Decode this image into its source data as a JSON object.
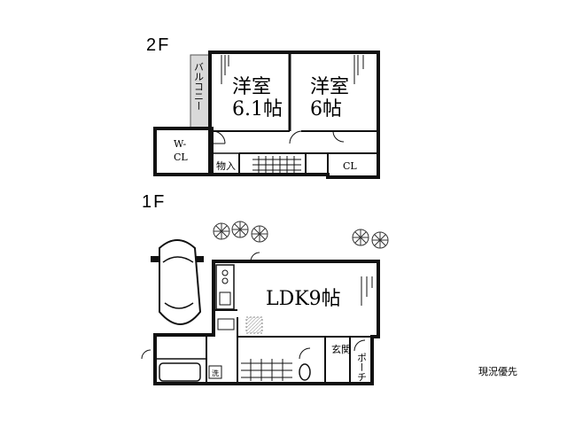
{
  "floors": {
    "second": {
      "label": "2F",
      "rooms": {
        "western_a_name": "洋室",
        "western_a_size": "6.1帖",
        "western_b_name": "洋室",
        "western_b_size": "6帖",
        "wcl_line1": "W-",
        "wcl_line2": "CL",
        "storage": "物入",
        "closet": "CL",
        "balcony": "バルコニー"
      }
    },
    "first": {
      "label": "1F",
      "rooms": {
        "ldk": "LDK9帖",
        "entrance": "玄関",
        "porch": "ポーチ",
        "wash": "洗"
      }
    }
  },
  "note": "現況優先",
  "colors": {
    "wall": "#111111",
    "balcony": "#d9d9d9",
    "floor": "#ffffff"
  }
}
